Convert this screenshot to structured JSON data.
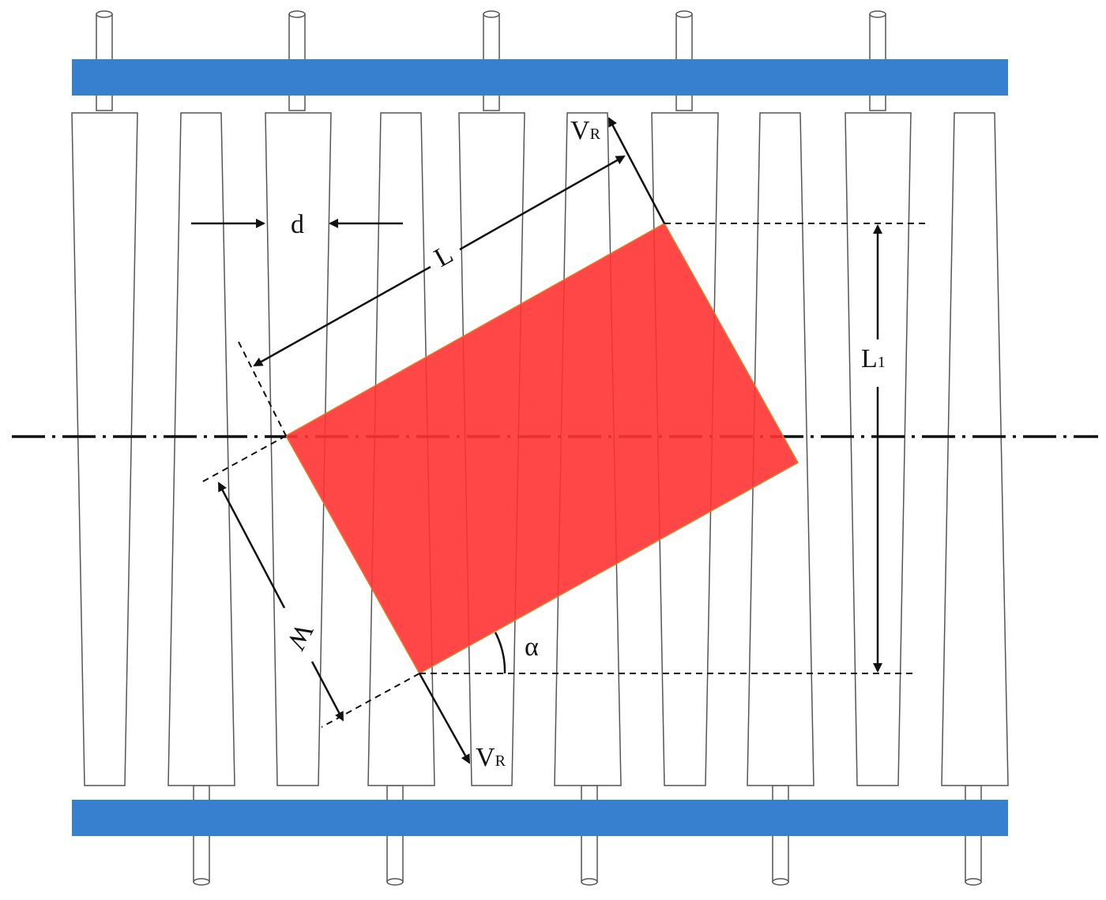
{
  "labels": {
    "d": "d",
    "L": "L",
    "W": "W",
    "L1": "L",
    "L1_sub": "1",
    "VR_main": "V",
    "VR_sub": "R",
    "alpha": "α"
  },
  "colors": {
    "rail": "#3680CF",
    "plate": "#FF3333",
    "roller_stroke": "#555555",
    "line": "#111111"
  },
  "rollers_top_count": 10,
  "shafts_top_count": 5,
  "shafts_bottom_count": 5
}
